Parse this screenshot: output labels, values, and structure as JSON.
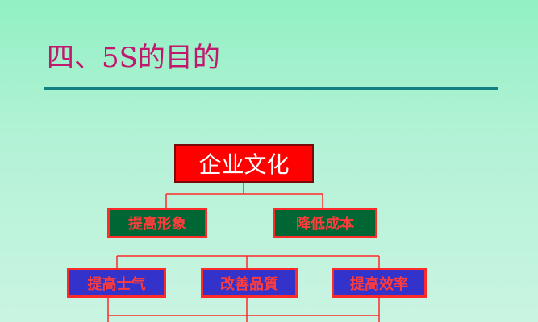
{
  "slide": {
    "title": "四、5S的目的"
  },
  "colors": {
    "title": "#c0186c",
    "rule": "#118080",
    "connector": "#ff2a2a",
    "root_fill": "#ff0000",
    "level2_fill": "#006633",
    "level3_fill": "#3333cc"
  },
  "diagram": {
    "root": {
      "label": "企业文化"
    },
    "level2": [
      {
        "label": "提高形象"
      },
      {
        "label": "降低成本"
      }
    ],
    "level3": [
      {
        "label": "提高士气"
      },
      {
        "label": "改善品質"
      },
      {
        "label": "提高效率"
      }
    ]
  }
}
